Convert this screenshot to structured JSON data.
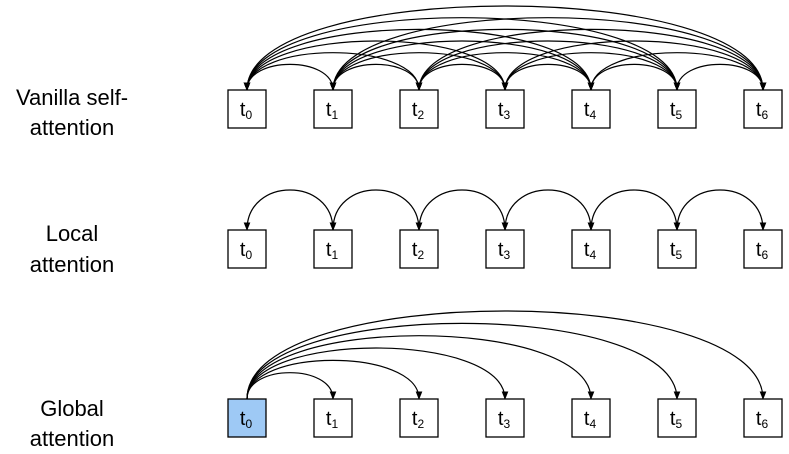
{
  "rows": [
    {
      "id": "vanilla",
      "label_lines": [
        "Vanilla self-",
        "attention"
      ],
      "pattern": "all-to-all",
      "tokens": [
        {
          "letter": "t",
          "index": "0",
          "highlighted": false
        },
        {
          "letter": "t",
          "index": "1",
          "highlighted": false
        },
        {
          "letter": "t",
          "index": "2",
          "highlighted": false
        },
        {
          "letter": "t",
          "index": "3",
          "highlighted": false
        },
        {
          "letter": "t",
          "index": "4",
          "highlighted": false
        },
        {
          "letter": "t",
          "index": "5",
          "highlighted": false
        },
        {
          "letter": "t",
          "index": "6",
          "highlighted": false
        }
      ]
    },
    {
      "id": "local",
      "label_lines": [
        "Local",
        "attention"
      ],
      "pattern": "neighbors",
      "tokens": [
        {
          "letter": "t",
          "index": "0",
          "highlighted": false
        },
        {
          "letter": "t",
          "index": "1",
          "highlighted": false
        },
        {
          "letter": "t",
          "index": "2",
          "highlighted": false
        },
        {
          "letter": "t",
          "index": "3",
          "highlighted": false
        },
        {
          "letter": "t",
          "index": "4",
          "highlighted": false
        },
        {
          "letter": "t",
          "index": "5",
          "highlighted": false
        },
        {
          "letter": "t",
          "index": "6",
          "highlighted": false
        }
      ]
    },
    {
      "id": "global",
      "label_lines": [
        "Global",
        "attention"
      ],
      "pattern": "from-first",
      "tokens": [
        {
          "letter": "t",
          "index": "0",
          "highlighted": true
        },
        {
          "letter": "t",
          "index": "1",
          "highlighted": false
        },
        {
          "letter": "t",
          "index": "2",
          "highlighted": false
        },
        {
          "letter": "t",
          "index": "3",
          "highlighted": false
        },
        {
          "letter": "t",
          "index": "4",
          "highlighted": false
        },
        {
          "letter": "t",
          "index": "5",
          "highlighted": false
        },
        {
          "letter": "t",
          "index": "6",
          "highlighted": false
        }
      ]
    }
  ],
  "colors": {
    "highlight_fill": "#9ec9f5",
    "box_stroke": "#000000",
    "arrow": "#000000"
  }
}
